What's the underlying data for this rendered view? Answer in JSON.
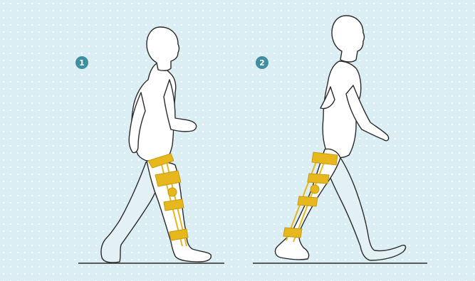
{
  "colors": {
    "background": "#dbeef3",
    "dot": "#ffffff",
    "badge": "#3f8fa3",
    "badge_text": "#ffffff",
    "figure_fill": "#ffffff",
    "back_leg_fill": "#e3f0f4",
    "outline": "#2b2b2b",
    "orthosis": "#e6b81e",
    "orthosis_dark": "#c99a0c",
    "ground": "#2b2b2b"
  },
  "panels": [
    {
      "badge_label": "1",
      "badge_icon": "step-number-one",
      "figure_icon": "walking-person-front-leg-orthosis-icon"
    },
    {
      "badge_label": "2",
      "badge_icon": "step-number-two",
      "figure_icon": "walking-person-back-leg-orthosis-icon"
    }
  ]
}
